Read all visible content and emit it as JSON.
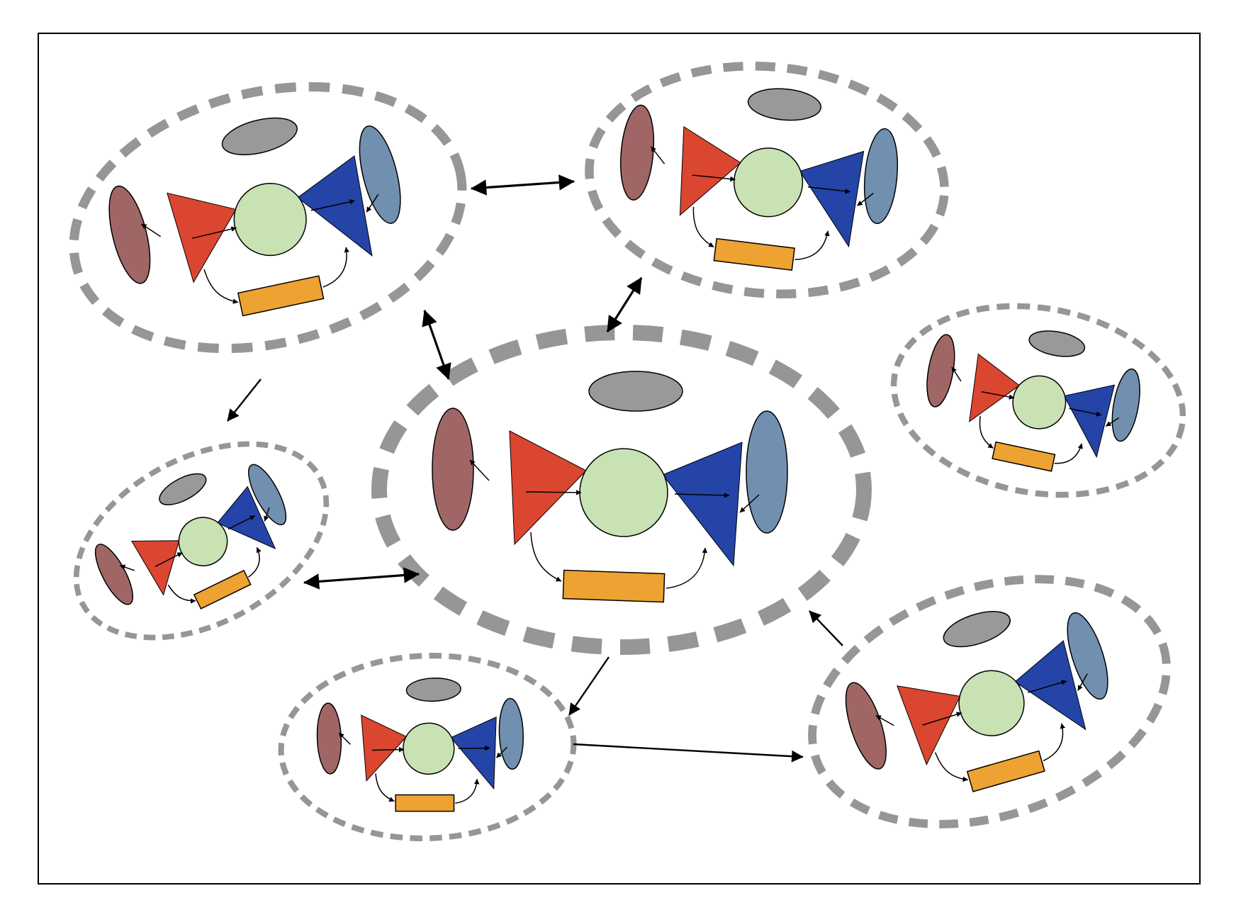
{
  "colors": {
    "background": "#ffffff",
    "frame": "#000000",
    "boundary": "#969696",
    "core": "#c9e2b3",
    "input_triangle": "#db4630",
    "output_triangle": "#2444a8",
    "left_ellipse": "#a06666",
    "right_ellipse": "#7190b0",
    "top_ellipse": "#999999",
    "bar": "#eda232",
    "arrow": "#000000"
  },
  "icons": {
    "boundary": "dashed-ellipse-boundary",
    "core": "circle-core",
    "input": "red-triangle",
    "output": "blue-triangle",
    "bar": "orange-bar",
    "connector": "arrow"
  },
  "units": [
    "unit-top-left",
    "unit-top-right",
    "unit-right",
    "unit-left",
    "unit-center",
    "unit-bottom-center",
    "unit-bottom-right"
  ],
  "connections": [
    {
      "from": "unit-top-left",
      "to": "unit-top-right",
      "type": "bidirectional"
    },
    {
      "from": "unit-top-right",
      "to": "unit-center",
      "type": "bidirectional"
    },
    {
      "from": "unit-top-left",
      "to": "unit-center",
      "type": "bidirectional"
    },
    {
      "from": "unit-top-left",
      "to": "unit-left",
      "type": "directed"
    },
    {
      "from": "unit-left",
      "to": "unit-center",
      "type": "bidirectional"
    },
    {
      "from": "unit-center",
      "to": "unit-bottom-center",
      "type": "directed"
    },
    {
      "from": "unit-bottom-center",
      "to": "unit-bottom-right",
      "type": "directed"
    },
    {
      "from": "unit-bottom-right",
      "to": "unit-center",
      "type": "directed"
    }
  ]
}
